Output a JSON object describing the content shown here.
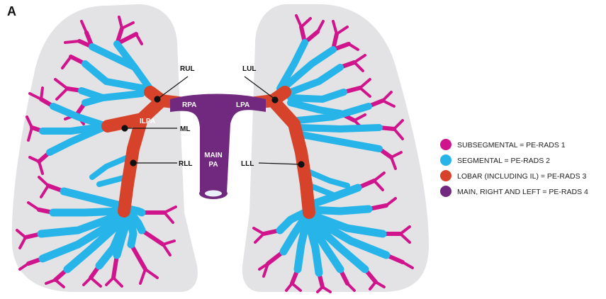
{
  "panel_letter": "A",
  "colors": {
    "lung": "#e3e3e5",
    "subsegmental": "#d0148c",
    "segmental": "#27b4e8",
    "lobar": "#d7432a",
    "main": "#71287f",
    "main_lumen": "#eaf0fa"
  },
  "labels": {
    "rul": "RUL",
    "lul": "LUL",
    "rpa": "RPA",
    "lpa": "LPA",
    "ilpa": "ILPA",
    "ml": "ML",
    "rll": "RLL",
    "lll": "LLL",
    "main_pa_line1": "MAIN",
    "main_pa_line2": "PA"
  },
  "legend": [
    {
      "label": "SUBSEGMENTAL = PE-RADS 1",
      "color": "#d0148c",
      "icon": "magenta-dot-icon"
    },
    {
      "label": "SEGMENTAL = PE-RADS 2",
      "color": "#27b4e8",
      "icon": "blue-dot-icon"
    },
    {
      "label": "LOBAR (INCLUDING IL) = PE-RADS 3",
      "color": "#d7432a",
      "icon": "red-dot-icon"
    },
    {
      "label": "MAIN, RIGHT AND LEFT = PE-RADS 4",
      "color": "#71287f",
      "icon": "purple-dot-icon"
    }
  ]
}
